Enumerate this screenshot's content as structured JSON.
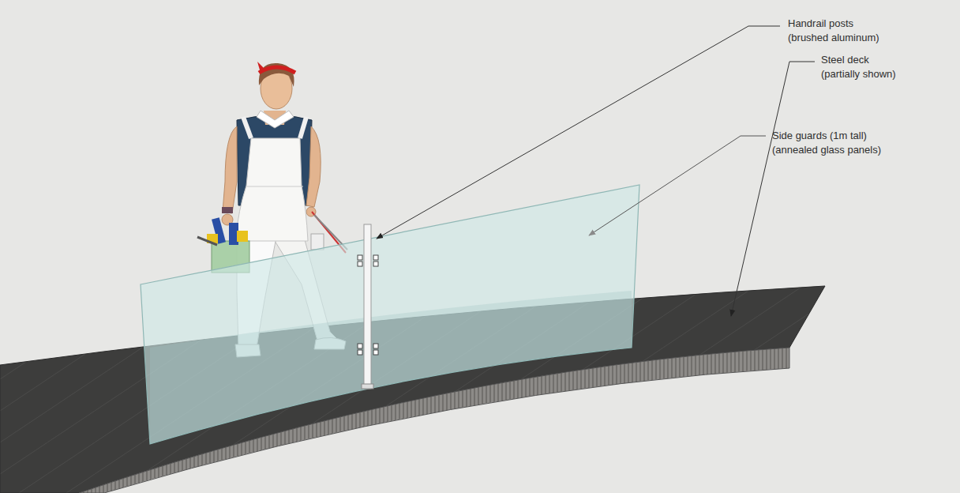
{
  "diagram": {
    "labels": [
      "Handrail posts",
      "(brushed aluminum)",
      "Side guards (1m tall)",
      "(annealed glass panels)",
      "Steel deck",
      "(partially shown)"
    ]
  }
}
